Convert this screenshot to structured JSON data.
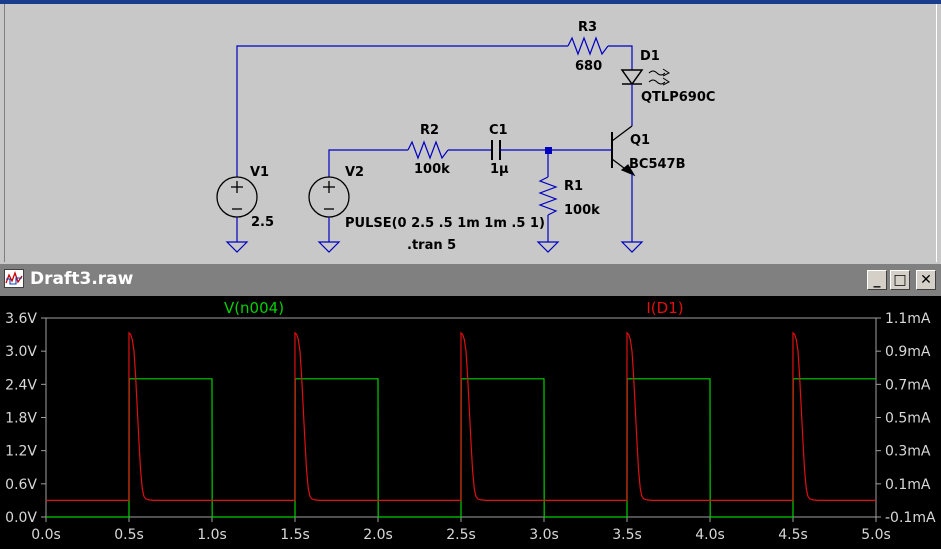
{
  "schematic": {
    "components": {
      "R3": {
        "name": "R3",
        "value": "680"
      },
      "D1": {
        "name": "D1",
        "model": "QTLP690C"
      },
      "R2": {
        "name": "R2",
        "value": "100k"
      },
      "C1": {
        "name": "C1",
        "value": "1µ"
      },
      "Q1": {
        "name": "Q1",
        "model": "BC547B"
      },
      "R1": {
        "name": "R1",
        "value": "100k"
      },
      "V1": {
        "name": "V1",
        "value": "2.5"
      },
      "V2": {
        "name": "V2",
        "value": "PULSE(0 2.5 .5 1m 1m .5 1)"
      }
    },
    "directive": ".tran 5"
  },
  "plot_window": {
    "title": "Draft3.raw",
    "buttons": {
      "minimize": "_",
      "maximize": "□",
      "close": "✕"
    }
  },
  "chart_data": {
    "type": "line",
    "x": {
      "label": "",
      "range": [
        0,
        5
      ],
      "ticks": [
        0,
        0.5,
        1.0,
        1.5,
        2.0,
        2.5,
        3.0,
        3.5,
        4.0,
        4.5,
        5.0
      ],
      "tick_labels": [
        "0.0s",
        "0.5s",
        "1.0s",
        "1.5s",
        "2.0s",
        "2.5s",
        "3.0s",
        "3.5s",
        "4.0s",
        "4.5s",
        "5.0s"
      ]
    },
    "y_left": {
      "range": [
        0,
        3.6
      ],
      "ticks": [
        0,
        0.6,
        1.2,
        1.8,
        2.4,
        3.0,
        3.6
      ],
      "tick_labels": [
        "0.0V",
        "0.6V",
        "1.2V",
        "1.8V",
        "2.4V",
        "3.0V",
        "3.6V"
      ]
    },
    "y_right": {
      "range": [
        -0.1,
        1.1
      ],
      "unit": "mA",
      "ticks": [
        -0.1,
        0.1,
        0.3,
        0.5,
        0.7,
        0.9,
        1.1
      ],
      "tick_labels": [
        "-0.1mA",
        "0.1mA",
        "0.3mA",
        "0.5mA",
        "0.7mA",
        "0.9mA",
        "1.1mA"
      ]
    },
    "grid": false,
    "series": [
      {
        "name": "V(n004)",
        "axis": "left",
        "color": "#00d000",
        "x": [
          0,
          0.5,
          0.501,
          1.0,
          1.001,
          1.5,
          1.501,
          2.0,
          2.001,
          2.5,
          2.501,
          3.0,
          3.001,
          3.5,
          3.501,
          4.0,
          4.001,
          4.5,
          4.501,
          5.0
        ],
        "y": [
          0,
          0,
          2.5,
          2.5,
          0,
          0,
          2.5,
          2.5,
          0,
          0,
          2.5,
          2.5,
          0,
          0,
          2.5,
          2.5,
          0,
          0,
          2.5,
          2.5
        ]
      },
      {
        "name": "I(D1)",
        "axis": "right",
        "color": "#e01010",
        "pulse_starts": [
          0.5,
          1.5,
          2.5,
          3.5,
          4.5
        ],
        "baseline": 0.0,
        "peak": 1.01,
        "decay": [
          [
            0,
            1.01
          ],
          [
            0.01,
            1.0
          ],
          [
            0.02,
            0.97
          ],
          [
            0.03,
            0.9
          ],
          [
            0.04,
            0.75
          ],
          [
            0.05,
            0.55
          ],
          [
            0.06,
            0.35
          ],
          [
            0.07,
            0.18
          ],
          [
            0.08,
            0.07
          ],
          [
            0.09,
            0.025
          ],
          [
            0.1,
            0.01
          ],
          [
            0.12,
            0.003
          ],
          [
            0.15,
            0.0
          ]
        ]
      }
    ]
  }
}
